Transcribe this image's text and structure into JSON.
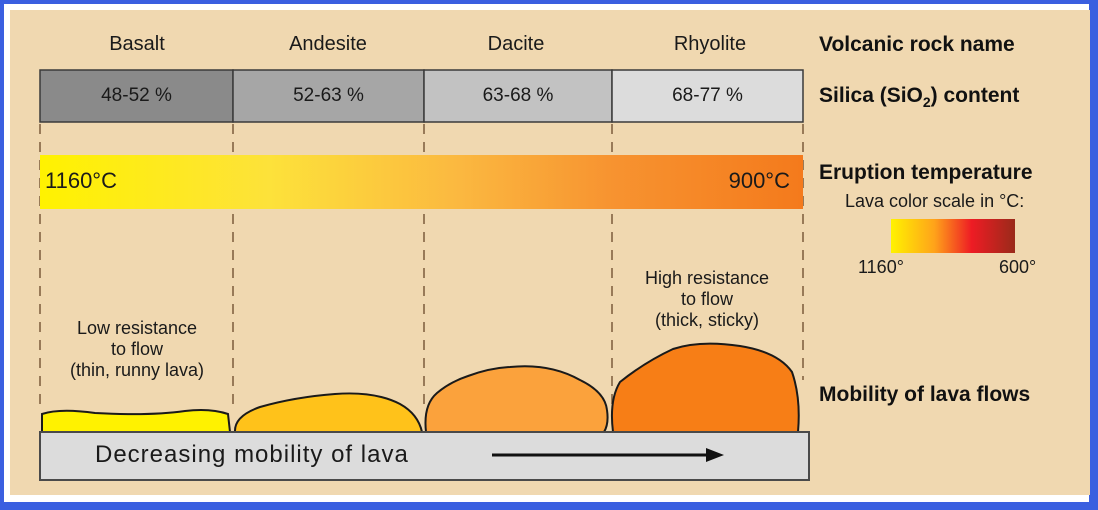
{
  "rocks": [
    {
      "name": "Basalt",
      "silica": "48-52 %",
      "fill": "#8a8a8a"
    },
    {
      "name": "Andesite",
      "silica": "52-63 %",
      "fill": "#a6a6a6"
    },
    {
      "name": "Dacite",
      "silica": "63-68 %",
      "fill": "#c2c2c2"
    },
    {
      "name": "Rhyolite",
      "silica": "68-77 %",
      "fill": "#dcdcdc"
    }
  ],
  "row_labels": {
    "rock_name": "Volcanic rock name",
    "silica_prefix": "Silica (SiO",
    "silica_sub": "2",
    "silica_suffix": ") content",
    "eruption": "Eruption temperature",
    "mobility": "Mobility of lava flows"
  },
  "temperature": {
    "hot": "1160°C",
    "cool": "900°C"
  },
  "scale": {
    "title": "Lava color scale in °C:",
    "min": "1160°",
    "max": "600°"
  },
  "notes": {
    "low": [
      "Low resistance",
      "to flow",
      "(thin, runny lava)"
    ],
    "high": [
      "High resistance",
      "to flow",
      "(thick, sticky)"
    ]
  },
  "mobility_arrow": "Decreasing mobility of lava",
  "colors": {
    "border": "#3a5fe0",
    "panel": "#f0d8b0",
    "flow_basalt": "#fff200",
    "flow_andesite": "#ffc21a",
    "flow_dacite": "#fba23c",
    "flow_rhyolite": "#f77e16"
  }
}
